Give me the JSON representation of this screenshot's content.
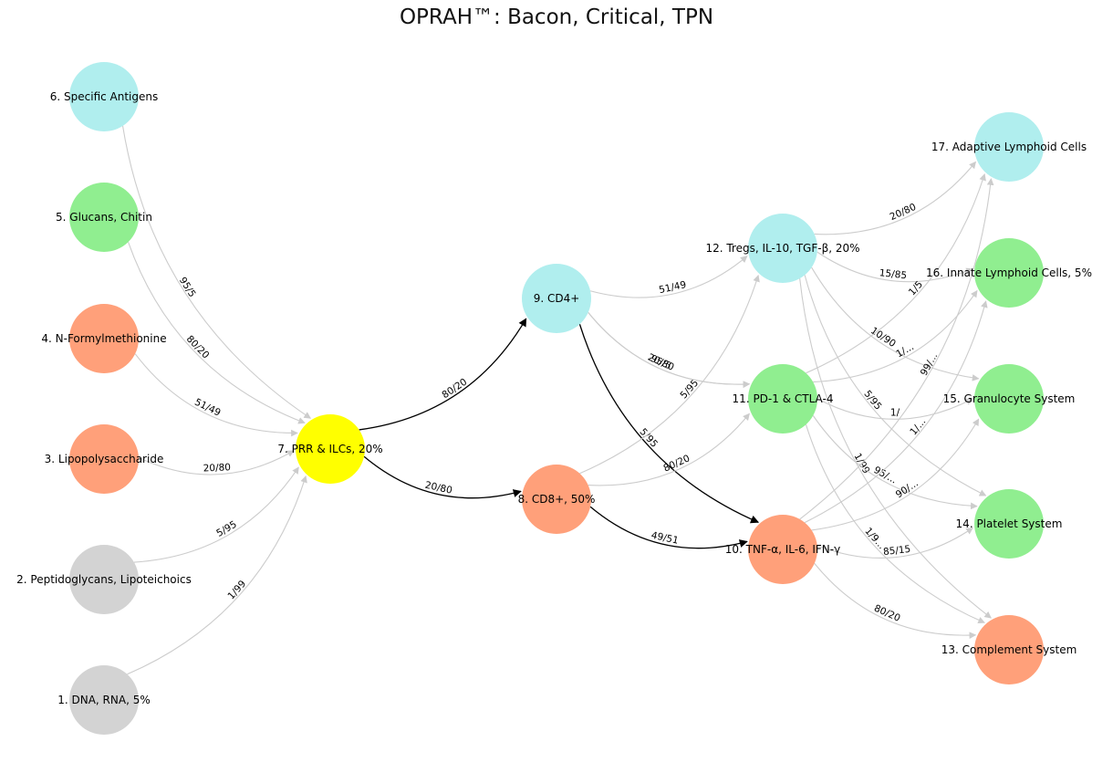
{
  "title": "OPRAH™: Bacon, Critical,  TPN",
  "colors": {
    "gray": "#d3d3d3",
    "salmon": "#ffa07a",
    "green": "#90ee90",
    "cyan": "#b0eeee",
    "yellow": "#ffff00",
    "edge_default": "#cccccc",
    "edge_highlight": "#000000"
  },
  "nodes": [
    {
      "id": "n1",
      "label": "1. DNA, RNA,  5%",
      "color": "gray"
    },
    {
      "id": "n2",
      "label": "2. Peptidoglycans, Lipoteichoics",
      "color": "gray"
    },
    {
      "id": "n3",
      "label": "3. Lipopolysaccharide",
      "color": "salmon"
    },
    {
      "id": "n4",
      "label": "4. N-Formylmethionine",
      "color": "salmon"
    },
    {
      "id": "n5",
      "label": "5. Glucans, Chitin",
      "color": "green"
    },
    {
      "id": "n6",
      "label": "6. Specific Antigens",
      "color": "cyan"
    },
    {
      "id": "n7",
      "label": "7. PRR & ILCs, 20%",
      "color": "yellow"
    },
    {
      "id": "n8",
      "label": "8. CD8+, 50%",
      "color": "salmon"
    },
    {
      "id": "n9",
      "label": "9. CD4+",
      "color": "cyan"
    },
    {
      "id": "n10",
      "label": "10. TNF-α, IL-6, IFN-γ",
      "color": "salmon"
    },
    {
      "id": "n11",
      "label": "11. PD-1 & CTLA-4",
      "color": "green"
    },
    {
      "id": "n12",
      "label": "12. Tregs, IL-10, TGF-β, 20%",
      "color": "cyan"
    },
    {
      "id": "n13",
      "label": "13. Complement System",
      "color": "salmon"
    },
    {
      "id": "n14",
      "label": "14. Platelet System",
      "color": "green"
    },
    {
      "id": "n15",
      "label": "15. Granulocyte System",
      "color": "green"
    },
    {
      "id": "n16",
      "label": "16. Innate Lymphoid Cells, 5%",
      "color": "green"
    },
    {
      "id": "n17",
      "label": "17. Adaptive Lymphoid Cells",
      "color": "cyan"
    }
  ],
  "edges": [
    {
      "from": "n1",
      "to": "n7",
      "label": "1/99"
    },
    {
      "from": "n2",
      "to": "n7",
      "label": "5/95"
    },
    {
      "from": "n3",
      "to": "n7",
      "label": "20/80"
    },
    {
      "from": "n4",
      "to": "n7",
      "label": "51/49"
    },
    {
      "from": "n5",
      "to": "n7",
      "label": "80/20"
    },
    {
      "from": "n6",
      "to": "n7",
      "label": "95/5"
    },
    {
      "from": "n7",
      "to": "n8",
      "label": "20/80",
      "highlight": true
    },
    {
      "from": "n7",
      "to": "n9",
      "label": "80/20",
      "highlight": true
    },
    {
      "from": "n8",
      "to": "n10",
      "label": "49/51",
      "highlight": true
    },
    {
      "from": "n9",
      "to": "n10",
      "label": "5/95",
      "highlight": true
    },
    {
      "from": "n8",
      "to": "n11",
      "label": "80/20"
    },
    {
      "from": "n8",
      "to": "n12",
      "label": "5/95"
    },
    {
      "from": "n9",
      "to": "n11",
      "label": "95/5"
    },
    {
      "from": "n9",
      "to": "n12",
      "label": "51/49"
    },
    {
      "from": "n9",
      "to": "n11",
      "label": "20/80"
    },
    {
      "from": "n12",
      "to": "n17",
      "label": "20/80"
    },
    {
      "from": "n12",
      "to": "n16",
      "label": "15/85"
    },
    {
      "from": "n12",
      "to": "n15",
      "label": "10/90"
    },
    {
      "from": "n12",
      "to": "n14",
      "label": "5/95"
    },
    {
      "from": "n12",
      "to": "n13",
      "label": "1/99"
    },
    {
      "from": "n11",
      "to": "n17",
      "label": "1/5"
    },
    {
      "from": "n11",
      "to": "n16",
      "label": "1/..."
    },
    {
      "from": "n11",
      "to": "n15",
      "label": "1/"
    },
    {
      "from": "n11",
      "to": "n14",
      "label": "95/..."
    },
    {
      "from": "n11",
      "to": "n13",
      "label": "1/9..."
    },
    {
      "from": "n10",
      "to": "n17",
      "label": "99/..."
    },
    {
      "from": "n10",
      "to": "n16",
      "label": "1/..."
    },
    {
      "from": "n10",
      "to": "n15",
      "label": "90/..."
    },
    {
      "from": "n10",
      "to": "n14",
      "label": "85/15"
    },
    {
      "from": "n10",
      "to": "n13",
      "label": "80/20"
    }
  ]
}
